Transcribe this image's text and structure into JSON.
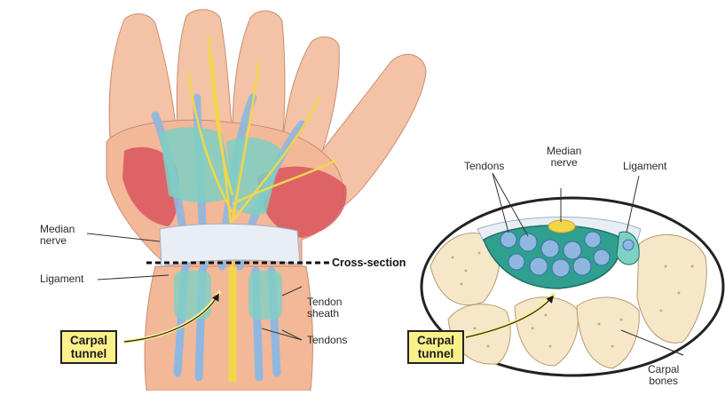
{
  "labels": {
    "hand": {
      "median_nerve": [
        "Median",
        "nerve"
      ],
      "cross_section": "Cross-section",
      "ligament": "Ligament",
      "tendon_sheath": [
        "Tendon",
        "sheath"
      ],
      "tendons": "Tendons",
      "carpal_tunnel": [
        "Carpal",
        "tunnel"
      ]
    },
    "cross_section": {
      "tendons": "Tendons",
      "median_nerve": [
        "Median",
        "nerve"
      ],
      "ligament": "Ligament",
      "carpal_tunnel": [
        "Carpal",
        "tunnel"
      ],
      "carpal_bones": [
        "Carpal",
        "bones"
      ]
    }
  },
  "colors": {
    "skin": "#f2b898",
    "muscle": "#d9545e",
    "tendon": "#8fb7e0",
    "sheath": "#7fd0c4",
    "nerve": "#f2d64a",
    "ligament": "#e9eef5",
    "bone": "#f6e7c8",
    "callout": "#fcf08a"
  }
}
